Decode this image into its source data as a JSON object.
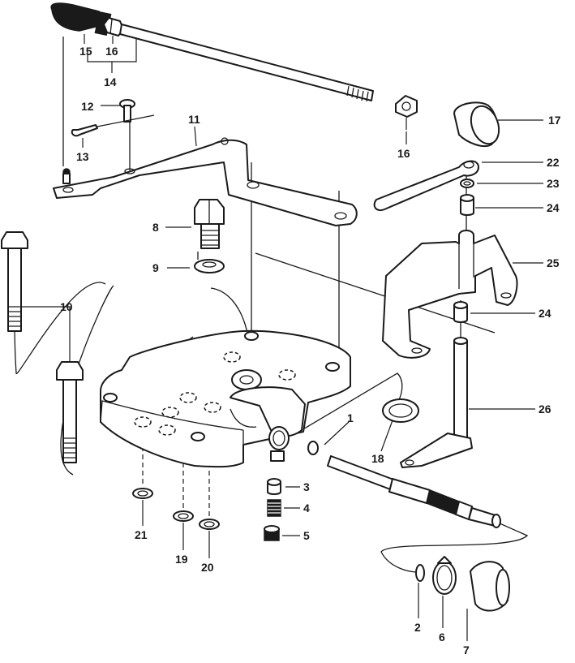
{
  "callouts": [
    {
      "key": "c15",
      "text": "15"
    },
    {
      "key": "c16a",
      "text": "16"
    },
    {
      "key": "c14",
      "text": "14"
    },
    {
      "key": "c12",
      "text": "12"
    },
    {
      "key": "c13",
      "text": "13"
    },
    {
      "key": "c11",
      "text": "11"
    },
    {
      "key": "c16b",
      "text": "16"
    },
    {
      "key": "c17",
      "text": "17"
    },
    {
      "key": "c22",
      "text": "22"
    },
    {
      "key": "c23",
      "text": "23"
    },
    {
      "key": "c24a",
      "text": "24"
    },
    {
      "key": "c8",
      "text": "8"
    },
    {
      "key": "c9",
      "text": "9"
    },
    {
      "key": "c25",
      "text": "25"
    },
    {
      "key": "c10",
      "text": "10"
    },
    {
      "key": "c24b",
      "text": "24"
    },
    {
      "key": "c26",
      "text": "26"
    },
    {
      "key": "c1",
      "text": "1"
    },
    {
      "key": "c18",
      "text": "18"
    },
    {
      "key": "c3",
      "text": "3"
    },
    {
      "key": "c4",
      "text": "4"
    },
    {
      "key": "c5",
      "text": "5"
    },
    {
      "key": "c21",
      "text": "21"
    },
    {
      "key": "c19",
      "text": "19"
    },
    {
      "key": "c20",
      "text": "20"
    },
    {
      "key": "c2",
      "text": "2"
    },
    {
      "key": "c6",
      "text": "6"
    },
    {
      "key": "c7",
      "text": "7"
    }
  ]
}
